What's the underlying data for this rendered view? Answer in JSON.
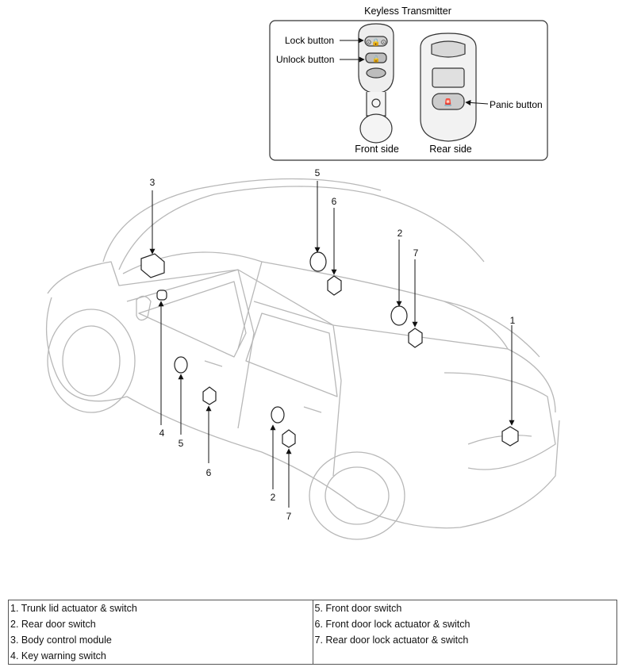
{
  "transmitter": {
    "title": "Keyless Transmitter",
    "lock_label": "Lock button",
    "unlock_label": "Unlock button",
    "panic_label": "Panic button",
    "front_label": "Front side",
    "rear_label": "Rear side"
  },
  "callouts": [
    "1",
    "2",
    "3",
    "4",
    "5",
    "6",
    "7"
  ],
  "legend": {
    "left": [
      "1. Trunk lid actuator & switch",
      "2. Rear door switch",
      "3. Body control module",
      "4. Key warning switch"
    ],
    "right": [
      "5. Front door switch",
      "6. Front door lock actuator & switch",
      "7. Rear door lock actuator & switch"
    ]
  }
}
